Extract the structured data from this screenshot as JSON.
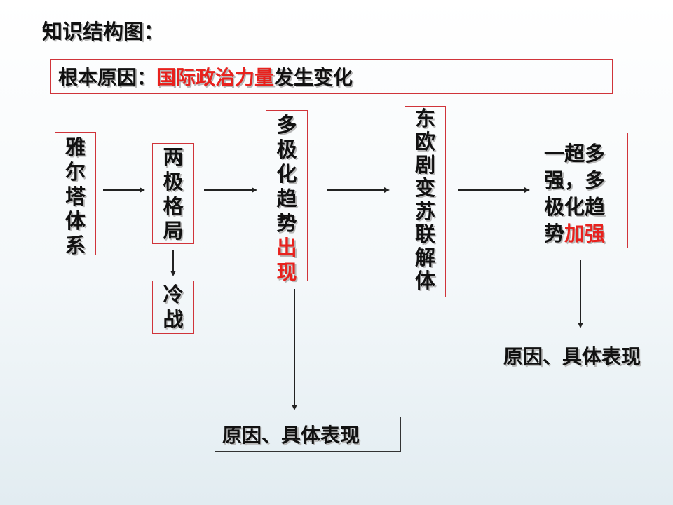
{
  "title": "知识结构图：",
  "root_cause": {
    "prefix": "根本原因：",
    "highlight": "国际政治力量",
    "suffix": "发生变化"
  },
  "nodes": {
    "yalta": [
      "雅",
      "尔",
      "塔",
      "体",
      "系"
    ],
    "bipolar": [
      "两",
      "极",
      "格",
      "局"
    ],
    "cold_war": [
      "冷",
      "战"
    ],
    "multipolar": {
      "chars": [
        "多",
        "极",
        "化",
        "趋",
        "势"
      ],
      "highlight": [
        "出",
        "现"
      ]
    },
    "eastern_europe": [
      "东",
      "欧",
      "剧",
      "变",
      "苏",
      "联",
      "解",
      "体"
    ],
    "superpower": {
      "lines": [
        "一超多",
        "强，多",
        "极化趋"
      ],
      "last_plain": "势",
      "last_highlight": "加强"
    }
  },
  "detail_boxes": {
    "bottom": "原因、具体表现",
    "right": "原因、具体表现"
  },
  "colors": {
    "text": "#111111",
    "highlight": "#e8211d",
    "box_border": "#d0343a",
    "arrow": "#222222"
  }
}
